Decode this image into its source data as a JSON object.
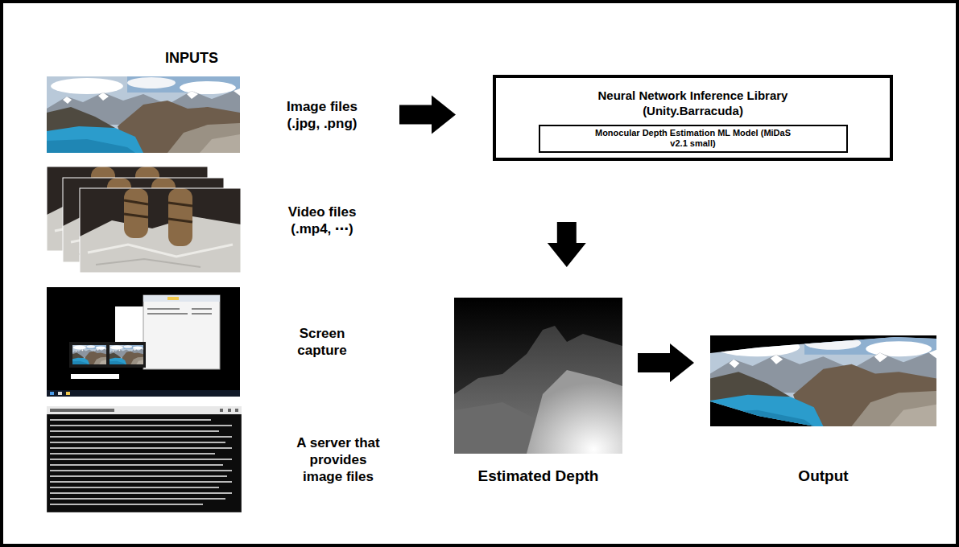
{
  "diagram": {
    "nodes": [
      {
        "text": [
          "Image files (.jpg, .png)"
        ]
      },
      {
        "text": [
          "Video files (.mp4, ⋯)"
        ]
      },
      {
        "text": [
          "Screen capture"
        ]
      },
      {
        "text": [
          "A server that provides image files"
        ]
      },
      {
        "text": [
          "Neural Network Inference Library (Unity.Barracuda)"
        ]
      },
      {
        "text": [
          "Monocular Depth Estimation ML Model (MiDaS v2.1 small)"
        ],
        "in": 4
      },
      {
        "text": [
          "Estimated Depth"
        ]
      },
      {
        "text": [
          "Output"
        ]
      }
    ],
    "edges": [
      {
        "from": 0,
        "to": 4,
        "arrow": "to"
      },
      {
        "from": 4,
        "to": 6,
        "arrow": "to"
      },
      {
        "from": 6,
        "to": 7,
        "arrow": "to"
      }
    ],
    "labels": [
      "INPUTS"
    ]
  }
}
